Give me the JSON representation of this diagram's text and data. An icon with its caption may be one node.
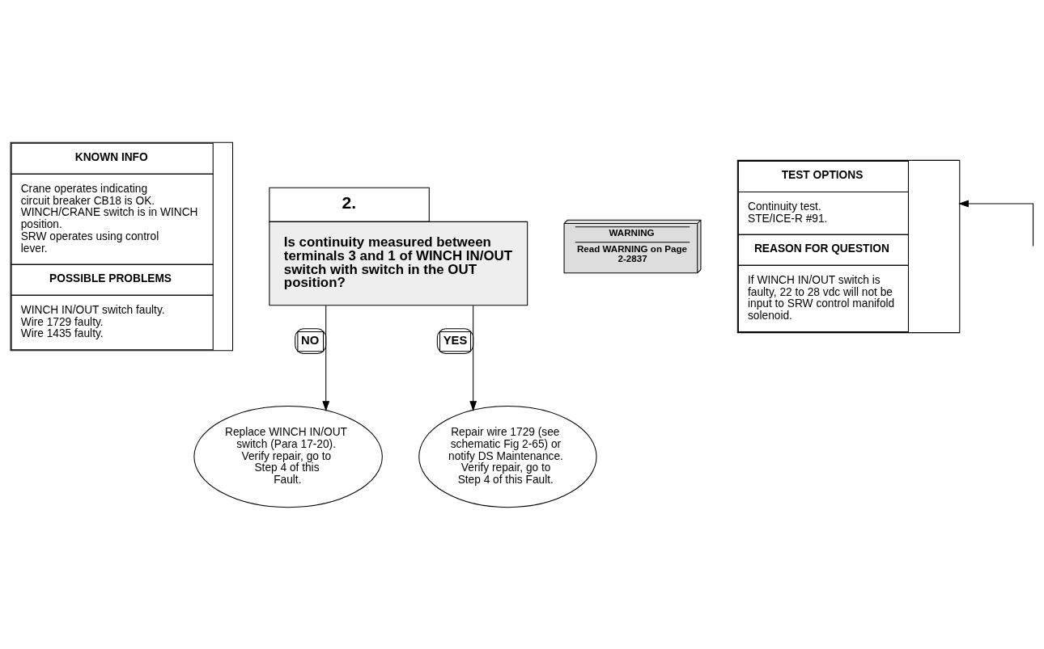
{
  "diagram": {
    "nodes": [
      {
        "text": [
          "KNOWN INFO",
          "Crane operates indicating circuit breaker CB18 is OK.",
          "WINCH/CRANE switch is in WINCH position.",
          "SRW operates using control lever.",
          "POSSIBLE PROBLEMS",
          "WINCH IN/OUT switch faulty.",
          "Wire 1729 faulty.",
          "Wire 1435 faulty."
        ]
      },
      {
        "text": [
          "2.",
          "Is continuity measured between terminals 3 and 1 of WINCH IN/OUT switch with switch in the OUT position?"
        ]
      },
      {
        "text": [
          "WARNING",
          "Read WARNING on Page 2-2837"
        ]
      },
      {
        "text": [
          "TEST OPTIONS",
          "Continuity test.",
          "STE/ICE-R #91.",
          "REASON FOR QUESTION",
          "If WINCH IN/OUT switch is faulty, 22 to 28 vdc will not be input to SRW control manifold solenoid."
        ]
      },
      {
        "text": [
          "Replace WINCH IN/OUT switch (Para 17-20).",
          "Verify repair, go to Step 4 of this Fault."
        ]
      },
      {
        "text": [
          "Repair wire 1729 (see schematic Fig 2-65) or notify DS Maintenance.",
          "Verify repair, go to Step 4 of this Fault."
        ]
      }
    ],
    "edges": [
      {
        "from": 1,
        "to": 4,
        "arrow": "to",
        "label": "NO"
      },
      {
        "from": 1,
        "to": 5,
        "arrow": "to",
        "label": "YES"
      },
      {
        "from": null,
        "to": 3,
        "arrow": "to"
      }
    ]
  }
}
